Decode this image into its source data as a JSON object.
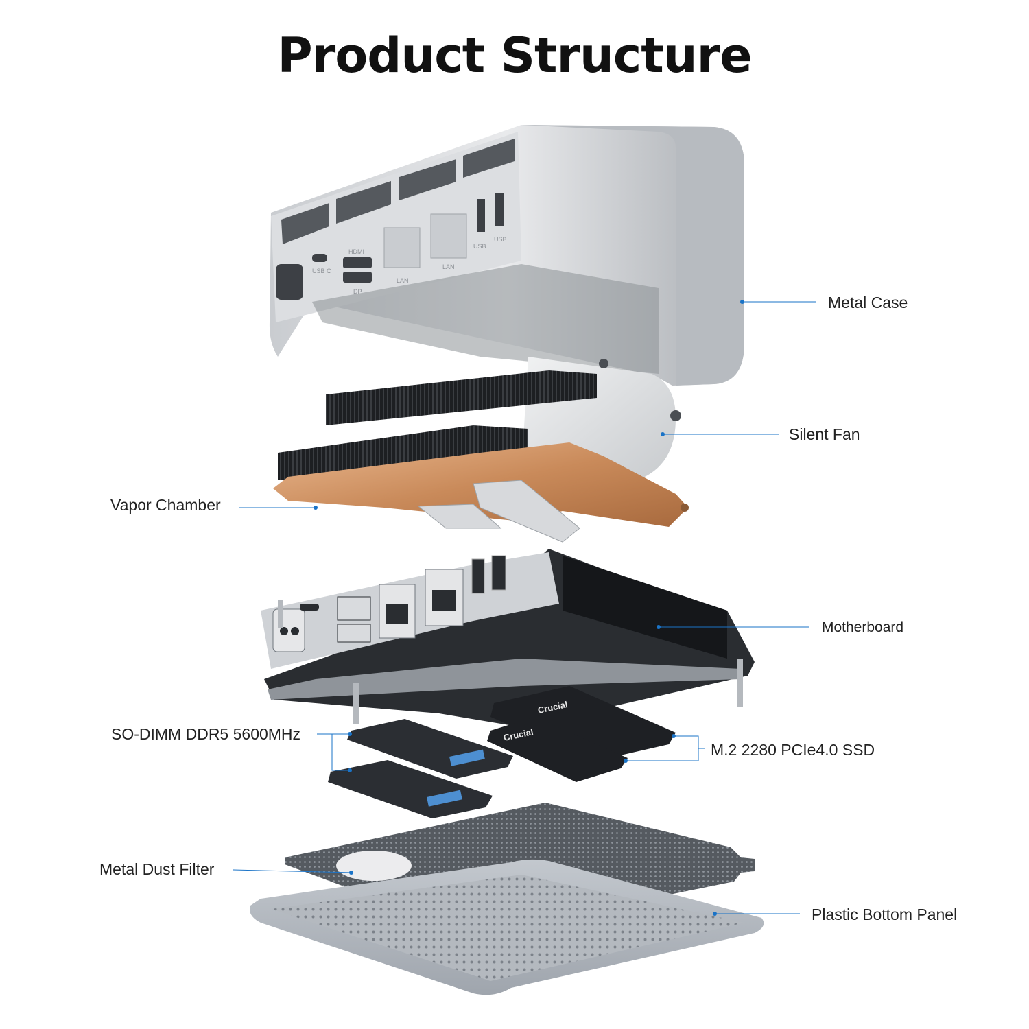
{
  "title": "Product Structure",
  "accent_color": "#1a73c7",
  "components": {
    "metal_case": "Metal Case",
    "silent_fan": "Silent Fan",
    "vapor_chamber": "Vapor Chamber",
    "motherboard": "Motherboard",
    "ram": "SO-DIMM DDR5 5600MHz",
    "ssd": "M.2 2280 PCIe4.0 SSD",
    "dust_filter": "Metal Dust Filter",
    "bottom_panel": "Plastic Bottom Panel"
  },
  "case_port_labels": {
    "usb_c": "USB C",
    "hdmi": "HDMI",
    "dp": "DP",
    "lan_1": "LAN",
    "lan_2": "LAN",
    "usb_1": "USB",
    "usb_2": "USB"
  },
  "module_brand": "Crucial"
}
